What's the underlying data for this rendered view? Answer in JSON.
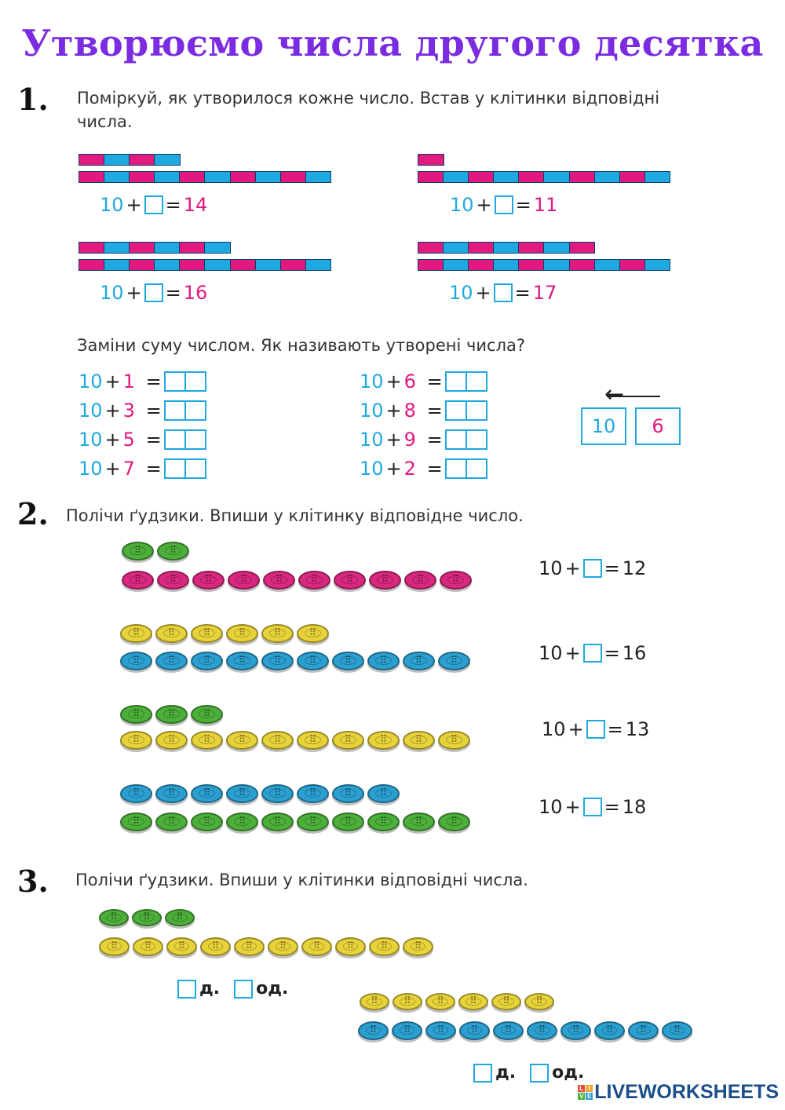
{
  "title": "Утворюємо числа другого десятка",
  "task1": {
    "number": "1.",
    "instruction": "Поміркуй, як утворилося кожне число. Встав у клітинки відповідні числа.",
    "models": [
      {
        "ones": 4,
        "base": "10",
        "plus": "+",
        "eq": "=",
        "result": "14"
      },
      {
        "ones": 1,
        "base": "10",
        "plus": "+",
        "eq": "=",
        "result": "11"
      },
      {
        "ones": 6,
        "base": "10",
        "plus": "+",
        "eq": "=",
        "result": "16"
      },
      {
        "ones": 7,
        "base": "10",
        "plus": "+",
        "eq": "=",
        "result": "17"
      }
    ],
    "instruction2": "Заміни суму числом. Як називають утворені числа?",
    "sums_left": [
      {
        "a": "10",
        "op": "+",
        "b": "1",
        "eq": "="
      },
      {
        "a": "10",
        "op": "+",
        "b": "3",
        "eq": "="
      },
      {
        "a": "10",
        "op": "+",
        "b": "5",
        "eq": "="
      },
      {
        "a": "10",
        "op": "+",
        "b": "7",
        "eq": "="
      }
    ],
    "sums_right": [
      {
        "a": "10",
        "op": "+",
        "b": "6",
        "eq": "="
      },
      {
        "a": "10",
        "op": "+",
        "b": "8",
        "eq": "="
      },
      {
        "a": "10",
        "op": "+",
        "b": "9",
        "eq": "="
      },
      {
        "a": "10",
        "op": "+",
        "b": "2",
        "eq": "="
      }
    ],
    "card_tens": "10",
    "card_ones": "6",
    "arrow": "←"
  },
  "task2": {
    "number": "2.",
    "instruction": "Полічи ґудзики. Впиши у клітинку відповідне число.",
    "rows": [
      {
        "top_count": 2,
        "top_color": "#4caf3a",
        "bottom_color": "#d8287f",
        "base": "10",
        "plus": "+",
        "eq": "=",
        "result": "12"
      },
      {
        "top_count": 6,
        "top_color": "#e8d23a",
        "bottom_color": "#2b9fcf",
        "base": "10",
        "plus": "+",
        "eq": "=",
        "result": "16"
      },
      {
        "top_count": 3,
        "top_color": "#4caf3a",
        "bottom_color": "#e8d23a",
        "base": "10",
        "plus": "+",
        "eq": "=",
        "result": "13"
      },
      {
        "top_count": 8,
        "top_color": "#2b9fcf",
        "bottom_color": "#4caf3a",
        "base": "10",
        "plus": "+",
        "eq": "=",
        "result": "18"
      }
    ]
  },
  "task3": {
    "number": "3.",
    "instruction": "Полічи ґудзики. Впиши у клітинки відповідні числа.",
    "groups": [
      {
        "top_count": 3,
        "top_color": "#4caf3a",
        "bottom_color": "#e8d23a",
        "tens_label": "д.",
        "ones_label": "од."
      },
      {
        "top_count": 6,
        "top_color": "#e8d23a",
        "bottom_color": "#2b9fcf",
        "tens_label": "д.",
        "ones_label": "од."
      }
    ]
  },
  "logo": "LIVEWORKSHEETS",
  "logo_letters": [
    "L",
    "I",
    "V",
    "E"
  ],
  "colors": {
    "accent": "#7b2be0",
    "blue": "#1fa9e0",
    "pink": "#e2197e"
  }
}
